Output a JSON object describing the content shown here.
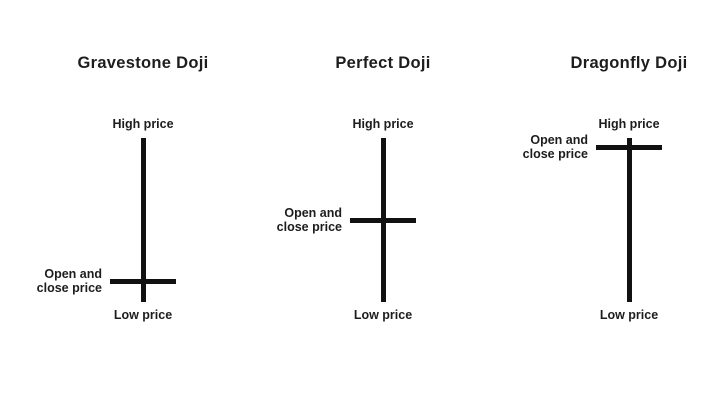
{
  "page": {
    "background_color": "#ffffff",
    "line_color": "#111111",
    "text_color": "#1d1d1d"
  },
  "panels": [
    {
      "title": "Gravestone Doji",
      "high_label": "High price",
      "low_label": "Low price",
      "open_close_label_line1": "Open and",
      "open_close_label_line2": "close price"
    },
    {
      "title": "Perfect Doji",
      "high_label": "High price",
      "low_label": "Low price",
      "open_close_label_line1": "Open and",
      "open_close_label_line2": "close price"
    },
    {
      "title": "Dragonfly Doji",
      "high_label": "High price",
      "low_label": "Low price",
      "open_close_label_line1": "Open and",
      "open_close_label_line2": "close price"
    }
  ]
}
